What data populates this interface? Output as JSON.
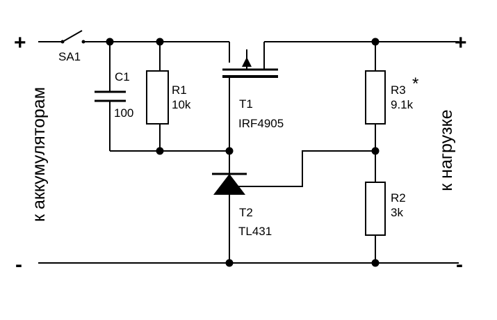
{
  "terminals": {
    "in_plus": "+",
    "in_minus": "-",
    "out_plus": "+",
    "out_minus": "-"
  },
  "side_labels": {
    "left": "к аккумуляторам",
    "right": "к нагрузке"
  },
  "components": {
    "sa1": {
      "ref": "SA1"
    },
    "c1": {
      "ref": "C1",
      "value": "100"
    },
    "r1": {
      "ref": "R1",
      "value": "10k"
    },
    "t1": {
      "ref": "T1",
      "value": "IRF4905"
    },
    "t2": {
      "ref": "T2",
      "value": "TL431"
    },
    "r3": {
      "ref": "R3",
      "mark": "*",
      "value": "9.1k"
    },
    "r2": {
      "ref": "R2",
      "value": "3k"
    }
  }
}
